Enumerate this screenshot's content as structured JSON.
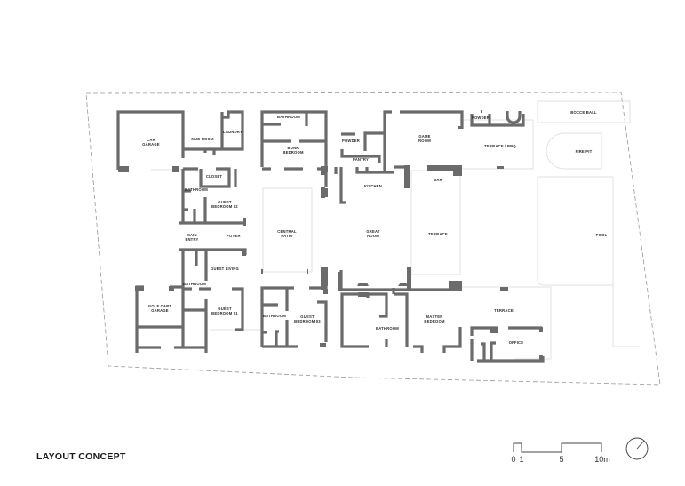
{
  "title": "LAYOUT CONCEPT",
  "rooms": {
    "car_garage": [
      "CAR",
      "GARAGE"
    ],
    "mud_room": "MUD ROOM",
    "laundry": "LAUNDRY",
    "closet": "CLOSET",
    "bathroom_west": "BATHROOM",
    "guest_bedroom_02": [
      "GUEST",
      "BEDROOM 02"
    ],
    "main_entry": [
      "MAIN",
      "ENTRY"
    ],
    "foyer": "FOYER",
    "guest_living": "GUEST LIVING",
    "bathroom_sw": "BATHROOM",
    "golf_cart_garage": [
      "GOLF CART",
      "GARAGE"
    ],
    "guest_bedroom_01": [
      "GUEST",
      "BEDROOM 01"
    ],
    "bathroom_north": "BATHROOM",
    "bunk_bedroom": [
      "BUNK",
      "BEDROOM"
    ],
    "central_patio": [
      "CENTRAL",
      "PATIO"
    ],
    "bathroom_south": "BATHROOM",
    "guest_bedroom_03": [
      "GUEST",
      "BEDROOM 03"
    ],
    "powder_1": "POWDER",
    "pantry": "PANTRY",
    "kitchen": "KITCHEN",
    "great_room": [
      "GREAT",
      "ROOM"
    ],
    "game_room": [
      "GAME",
      "ROOM"
    ],
    "bar": "BAR",
    "terrace_mid": "TERRACE",
    "powder_2": "POWDER",
    "terrace_bbq": "TERRACE / BBQ",
    "bocce_ball": "BOCCE BALL",
    "fire_pit": "FIRE PIT",
    "pool": "POOL",
    "bathroom_master": "BATHROOM",
    "master_bedroom": [
      "MASTER",
      "BEDROOM"
    ],
    "terrace_south": "TERRACE",
    "office": "OFFICE"
  },
  "scale_bar": {
    "ticks": [
      "0",
      "1",
      "5",
      "10m"
    ]
  },
  "north_arrow": "north-arrow"
}
